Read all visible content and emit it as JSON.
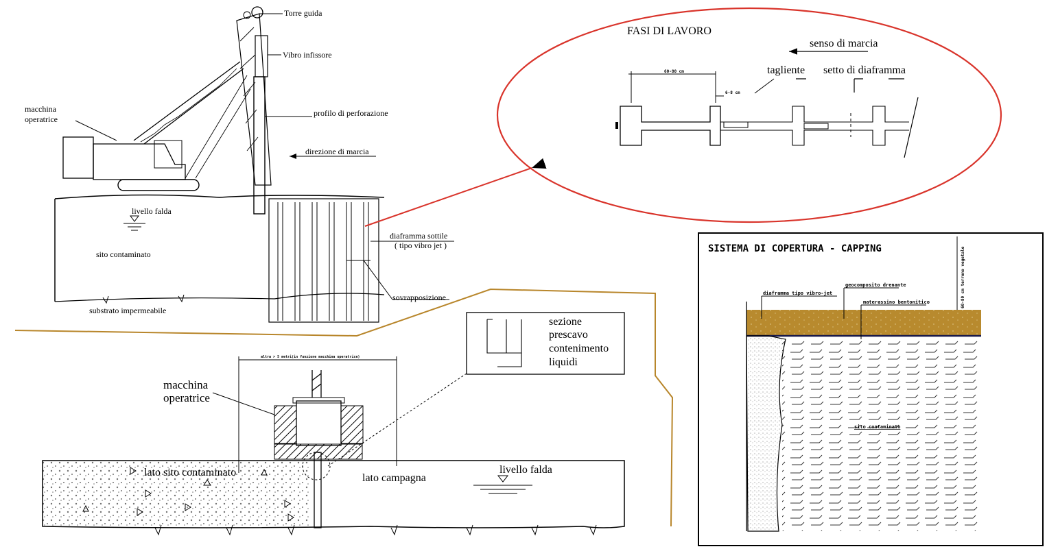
{
  "top_left": {
    "torre_guida": "Torre guida",
    "vibro_infissore": "Vibro infissore",
    "macchina_operatrice_1": "macchina",
    "macchina_operatrice_2": "operatrice",
    "profilo": "profilo di perforazione",
    "direzione": "direzione di marcia",
    "livello_falda": "livello falda",
    "sito_contaminato": "sito contaminato",
    "diaframma_1": "diaframma sottile",
    "diaframma_2": "( tipo vibro jet )",
    "sovrapposizione": "sovrapposizione",
    "substrato": "substrato impermeabile"
  },
  "ellipse": {
    "title": "FASI DI LAVORO",
    "senso": "senso di marcia",
    "tagliente": "tagliente",
    "setto": "setto di diaframma",
    "dim1": "60-80 cm",
    "dim2": "6-8 cm"
  },
  "bottom": {
    "dim_label": "altra > 5 metri(in funzione macchina operatrice)",
    "macchina_1": "macchina",
    "macchina_2": "operatrice",
    "lato_sito": "lato sito contaminato",
    "lato_campagna": "lato campagna",
    "livello_falda": "livello falda",
    "sezione_1": "sezione",
    "sezione_2": "prescavo",
    "sezione_3": "contenimento",
    "sezione_4": "liquidi"
  },
  "capping": {
    "title": "SISTEMA DI COPERTURA - CAPPING",
    "diaframma": "diaframma tipo vibro-jet",
    "geocomposito": "geocomposito drenante",
    "materassino": "materassino bentonitico",
    "sito": "sito contaminato",
    "vertical": "60-80 cm terreno vegetale"
  },
  "colors": {
    "ellipse": "#d9342b",
    "gold_line": "#b8862b",
    "capping_fill": "#b88a2e",
    "dark_line": "#1a1a4a"
  }
}
